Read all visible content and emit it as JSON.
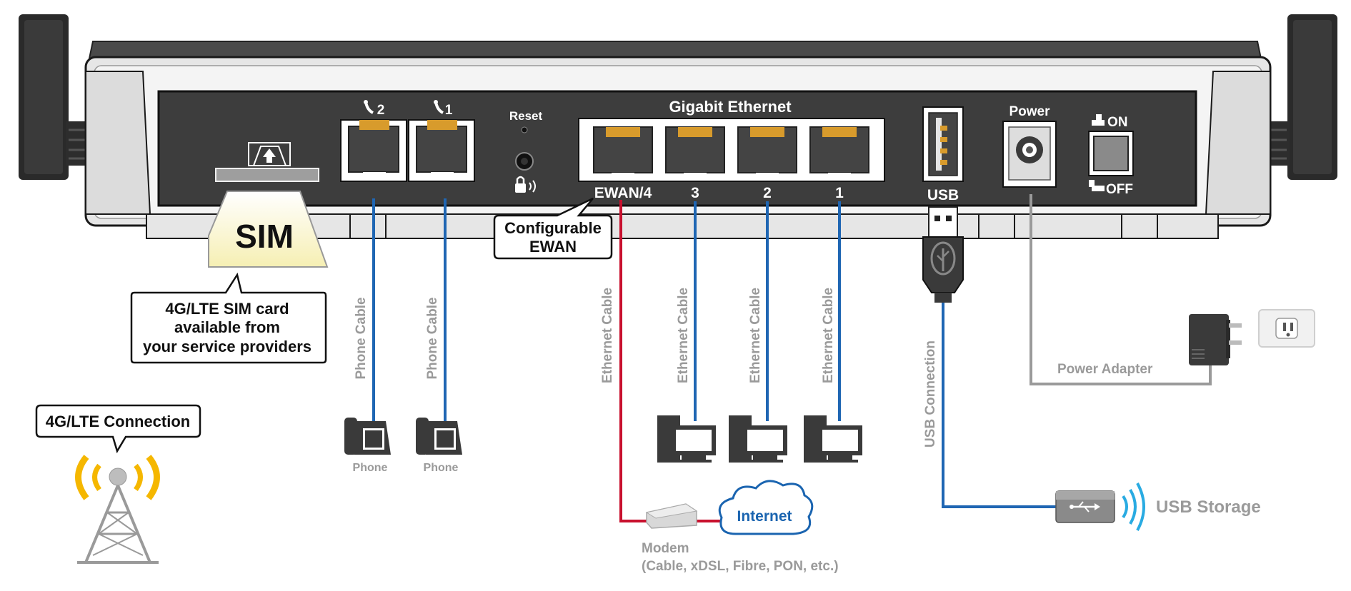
{
  "panel": {
    "gigabit_title": "Gigabit Ethernet",
    "reset_label": "Reset",
    "phone_port_1": "1",
    "phone_port_2": "2",
    "eth_ports": [
      "EWAN/4",
      "3",
      "2",
      "1"
    ],
    "usb_label": "USB",
    "power_label": "Power",
    "switch_on": "ON",
    "switch_off": "OFF"
  },
  "sim": {
    "card_label": "SIM",
    "callout_lines": [
      "4G/LTE SIM card",
      "available from",
      "your service providers"
    ]
  },
  "ewan_callout": [
    "Configurable",
    "EWAN"
  ],
  "lte": {
    "callout": "4G/LTE Connection"
  },
  "cables": {
    "phone": "Phone Cable",
    "ethernet": "Ethernet Cable",
    "usb": "USB Connection",
    "power": "Power Adapter"
  },
  "devices": {
    "phone": "Phone",
    "internet": "Internet",
    "modem_line1": "Modem",
    "modem_line2": "(Cable, xDSL, Fibre, PON, etc.)",
    "usb_storage": "USB Storage"
  },
  "colors": {
    "cable_blue": "#1f66b3",
    "cable_red": "#c8102e",
    "cable_gray": "#9a9a9a",
    "internet_blue": "#1a64b0",
    "wifi_cyan": "#29abe2",
    "panel_dark": "#3d3d3d"
  },
  "icons": [
    "sim-insert-icon",
    "phone-jack-icon",
    "lock-wireless-icon",
    "usb-trident-icon",
    "wifi-arc-icon",
    "cell-tower-icon",
    "power-plug-icon",
    "wall-outlet-icon"
  ]
}
